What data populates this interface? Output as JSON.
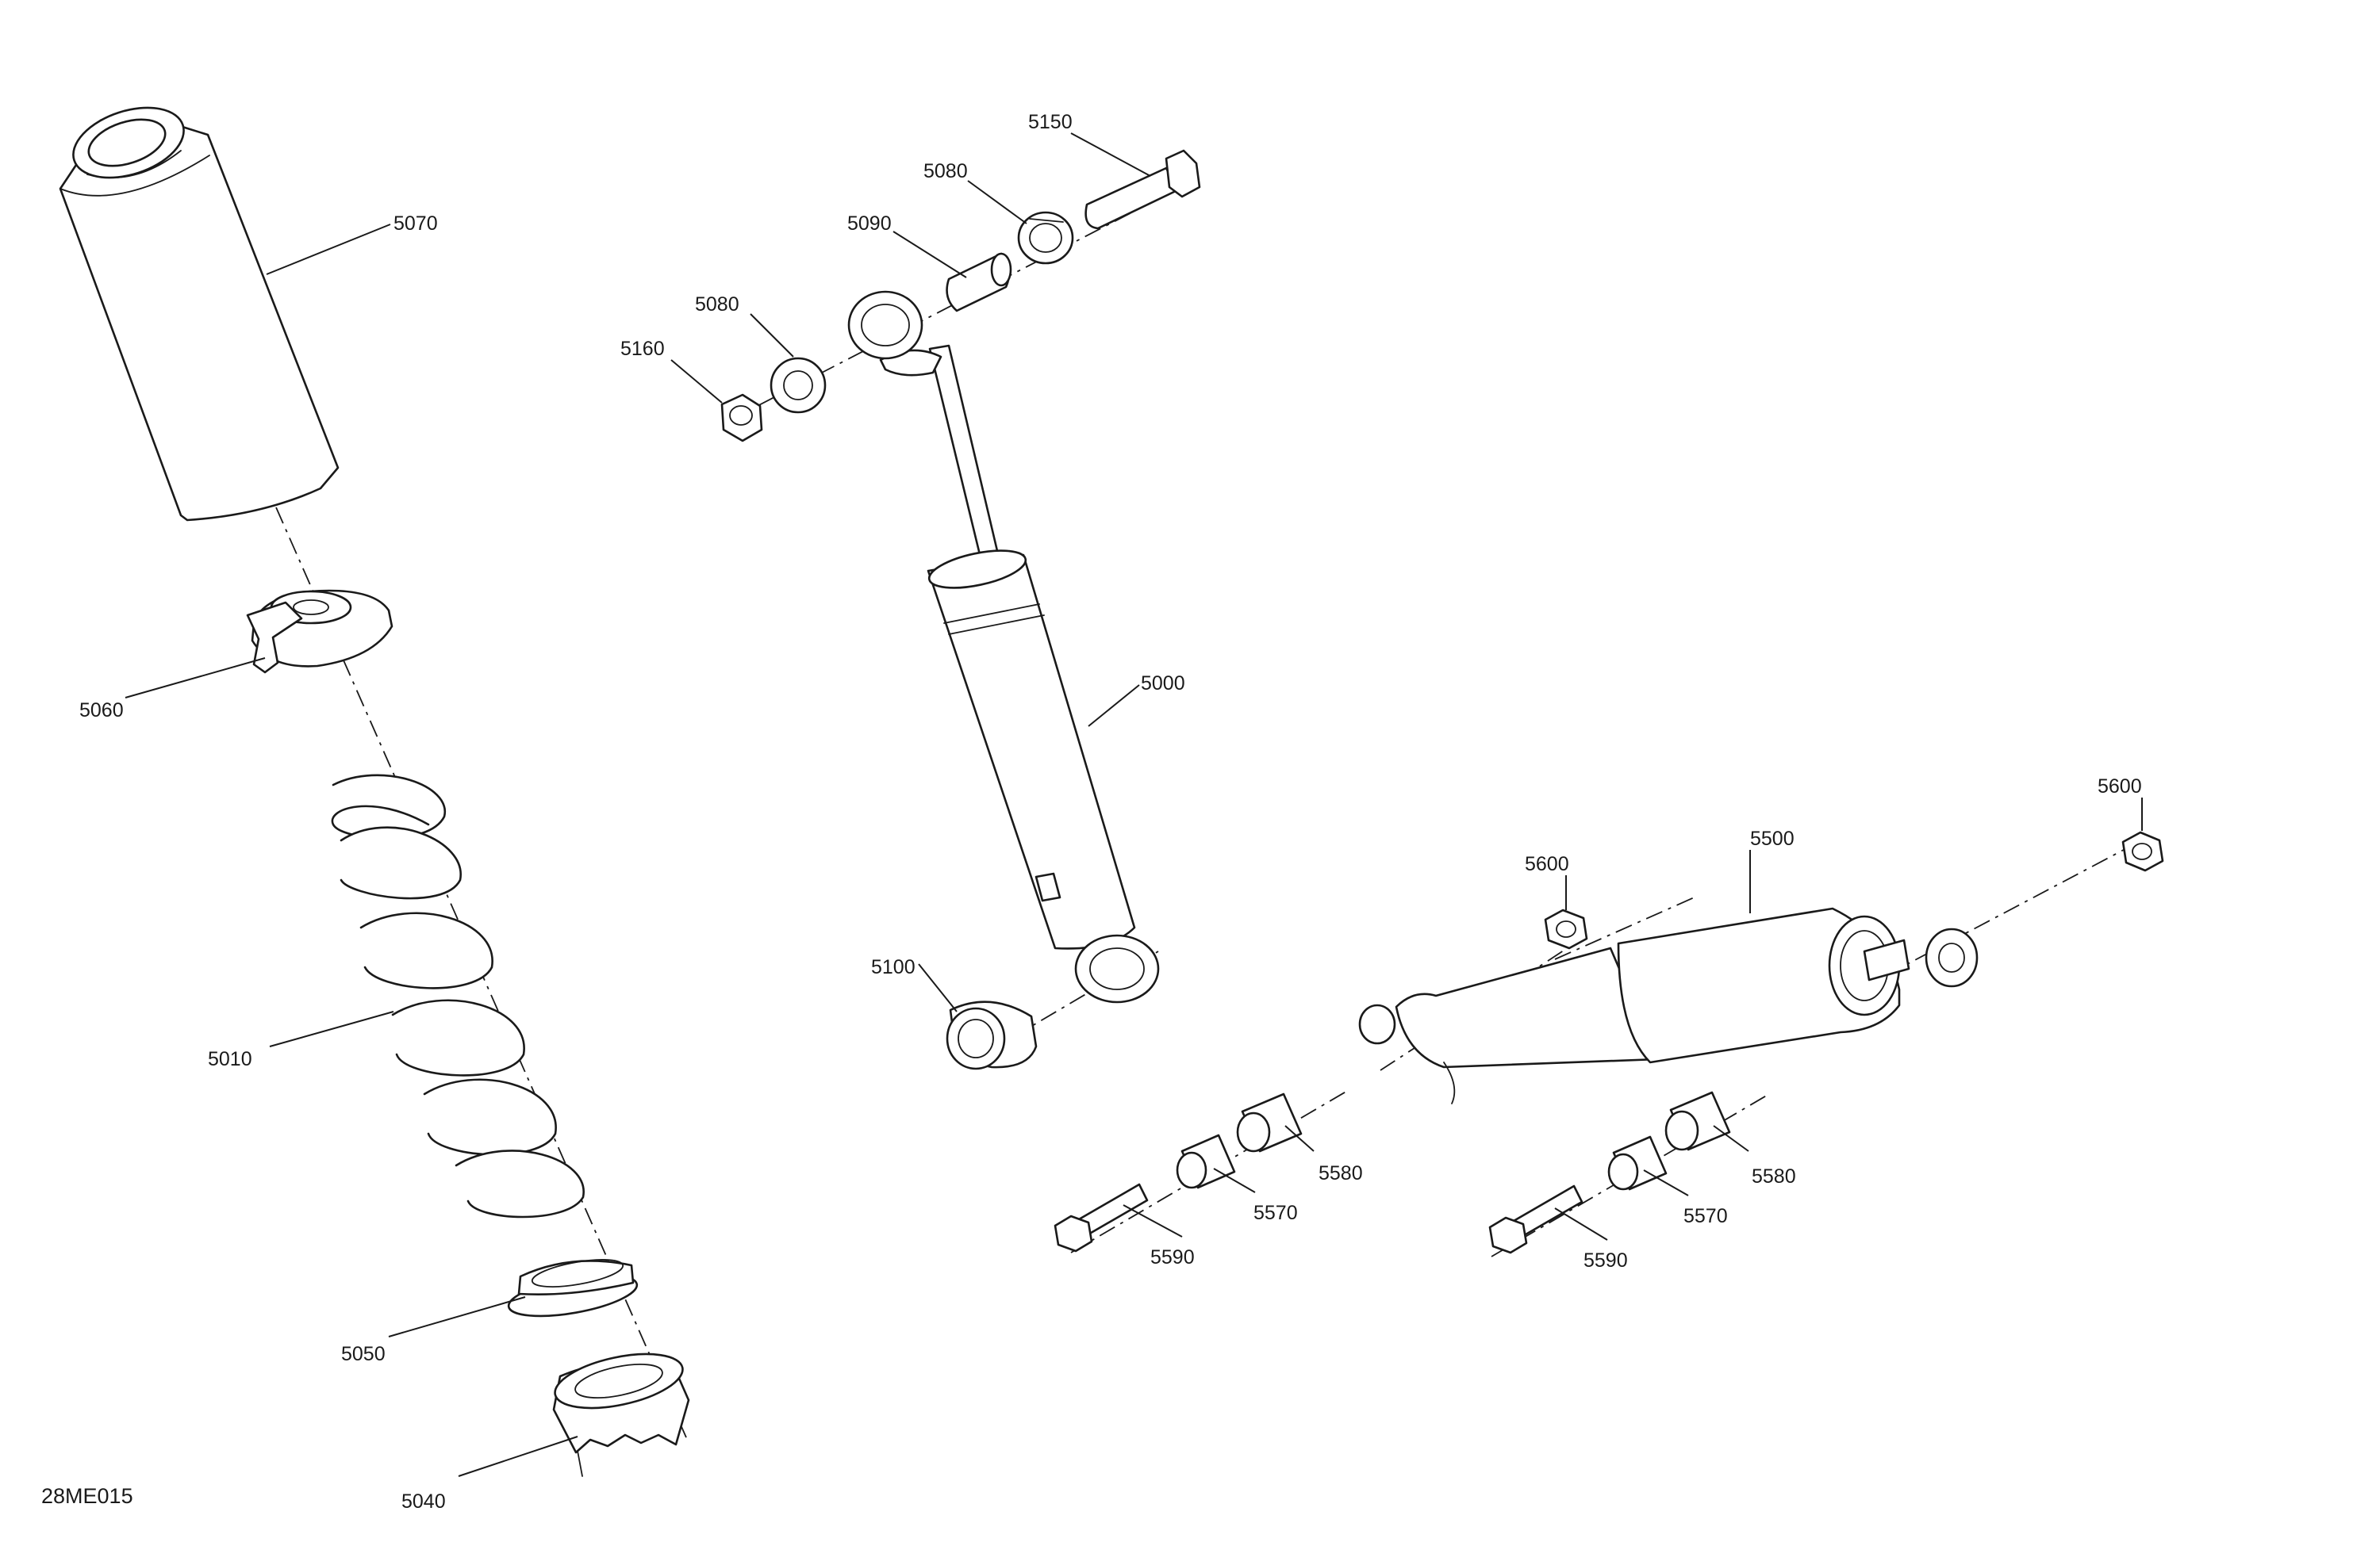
{
  "diagram_ref": "28ME015",
  "callouts": [
    {
      "id": "5070",
      "label": "5070"
    },
    {
      "id": "5060",
      "label": "5060"
    },
    {
      "id": "5010",
      "label": "5010"
    },
    {
      "id": "5050",
      "label": "5050"
    },
    {
      "id": "5040",
      "label": "5040"
    },
    {
      "id": "5150",
      "label": "5150"
    },
    {
      "id": "5080-top",
      "label": "5080"
    },
    {
      "id": "5090",
      "label": "5090"
    },
    {
      "id": "5080-left",
      "label": "5080"
    },
    {
      "id": "5160",
      "label": "5160"
    },
    {
      "id": "5000",
      "label": "5000"
    },
    {
      "id": "5100",
      "label": "5100"
    },
    {
      "id": "5600-left",
      "label": "5600"
    },
    {
      "id": "5500",
      "label": "5500"
    },
    {
      "id": "5600-right",
      "label": "5600"
    },
    {
      "id": "5580-left",
      "label": "5580"
    },
    {
      "id": "5570-left",
      "label": "5570"
    },
    {
      "id": "5590-left",
      "label": "5590"
    },
    {
      "id": "5580-right",
      "label": "5580"
    },
    {
      "id": "5570-right",
      "label": "5570"
    },
    {
      "id": "5590-right",
      "label": "5590"
    }
  ]
}
